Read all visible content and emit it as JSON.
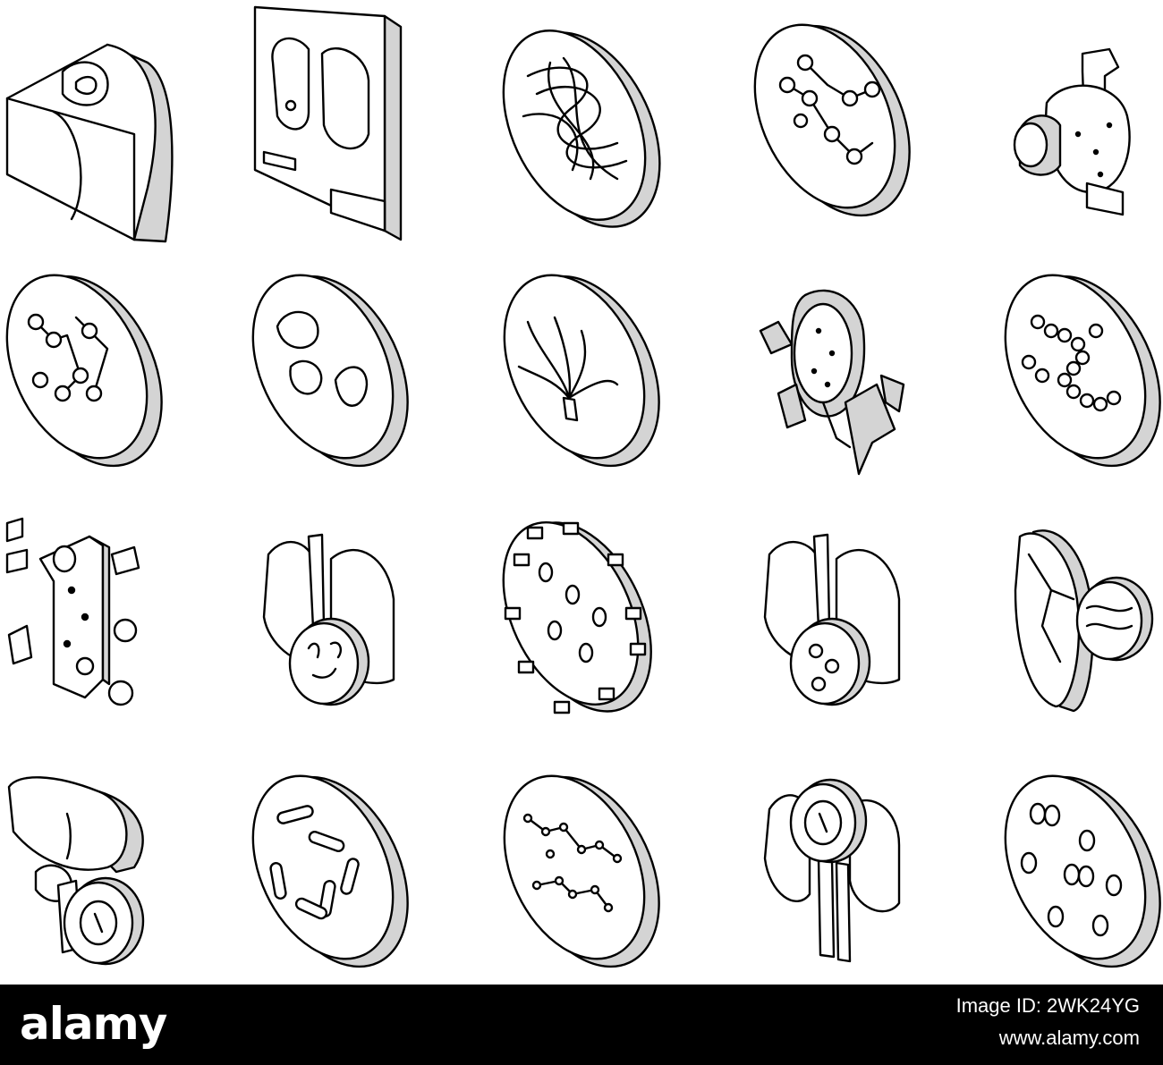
{
  "illustration": {
    "style": "isometric line icons",
    "colors": {
      "stroke": "#000000",
      "side_fill": "#d4d4d4",
      "face_fill": "#ffffff"
    },
    "grid": {
      "rows": 4,
      "columns": 5
    },
    "icons": [
      "lung-nodule-section-icon",
      "chest-xray-film-icon",
      "worm-petri-dish-icon",
      "bacteria-chain-dish-icon",
      "bronchus-lung-icon",
      "diplococci-dish-icon",
      "tissue-blobs-dish-icon",
      "bronchial-tree-dish-icon",
      "tumor-cell-icon",
      "streptococci-dish-icon",
      "respiratory-system-body-icon",
      "lungs-damaged-icon",
      "virus-particle-icon",
      "lungs-cells-icon",
      "lung-lobe-cell-icon",
      "liver-lung-virus-icon",
      "bacilli-dish-icon",
      "molecule-chains-dish-icon",
      "kidneys-virus-icon",
      "round-cells-dish-icon"
    ]
  },
  "watermark": {
    "logo_text": "alamy",
    "image_id": "Image ID: 2WK24YG",
    "site": "www.alamy.com"
  }
}
